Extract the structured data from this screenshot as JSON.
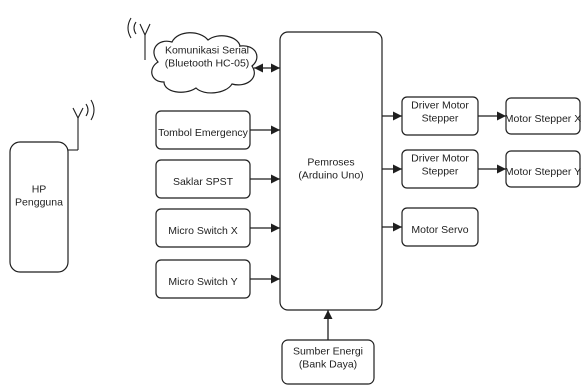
{
  "nodes": {
    "komunikasi": [
      "Komunikasi Serial",
      "(Bluetooth HC-05)"
    ],
    "hp": [
      "HP",
      "Pengguna"
    ],
    "tombol": [
      "Tombol Emergency"
    ],
    "saklar": [
      "Saklar SPST"
    ],
    "ms_x": [
      "Micro Switch X"
    ],
    "ms_y": [
      "Micro Switch Y"
    ],
    "pemroses": [
      "Pemroses",
      "(Arduino Uno)"
    ],
    "sumber": [
      "Sumber Energi",
      "(Bank Daya)"
    ],
    "driver_x": [
      "Driver Motor",
      "Stepper"
    ],
    "driver_y": [
      "Driver Motor",
      "Stepper"
    ],
    "servo": [
      "Motor Servo"
    ],
    "stepper_x": [
      "Motor Stepper X"
    ],
    "stepper_y": [
      "Motor Stepper Y"
    ]
  },
  "edges": [
    {
      "from": "komunikasi",
      "to": "pemroses",
      "bidirectional": true
    },
    {
      "from": "tombol",
      "to": "pemroses"
    },
    {
      "from": "saklar",
      "to": "pemroses"
    },
    {
      "from": "ms_x",
      "to": "pemroses"
    },
    {
      "from": "ms_y",
      "to": "pemroses"
    },
    {
      "from": "sumber",
      "to": "pemroses"
    },
    {
      "from": "pemroses",
      "to": "driver_x"
    },
    {
      "from": "pemroses",
      "to": "driver_y"
    },
    {
      "from": "pemroses",
      "to": "servo"
    },
    {
      "from": "driver_x",
      "to": "stepper_x"
    },
    {
      "from": "driver_y",
      "to": "stepper_y"
    }
  ]
}
